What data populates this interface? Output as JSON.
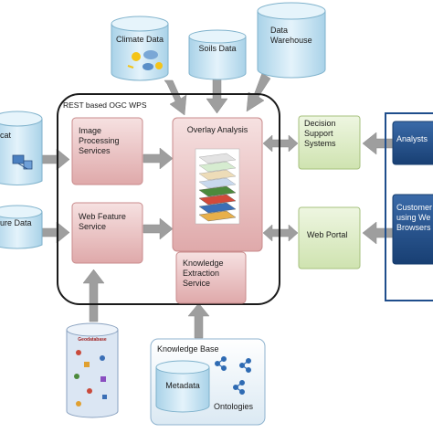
{
  "cylinders": {
    "climate": "Climate Data",
    "soils": "Soils Data",
    "warehouse": "Data\nWarehouse",
    "cat": "cat",
    "feature_data": "ure Data",
    "metadata": "Metadata"
  },
  "wps_label": "REST based OGC WPS",
  "boxes": {
    "image_processing": "Image\nProcessing\nServices",
    "web_feature": "Web Feature\nService",
    "overlay": "Overlay Analysis",
    "knowledge_extraction": "Knowledge\nExtraction\nService",
    "decision_support": "Decision\nSupport\nSystems",
    "web_portal": "Web Portal",
    "analysts": "Analysts",
    "customers": "Customer\nusing We\nBrowsers"
  },
  "knowledge_base": {
    "title": "Knowledge Base",
    "ontologies": "Ontologies"
  },
  "geodatabase_label": "Geodatabase",
  "colors": {
    "pink": "#ecc8c9",
    "pink_border": "#c98b8c",
    "green": "#dcecc5",
    "green_border": "#a6c07e",
    "cyl_blue": "#c9e4f2",
    "cyl_border": "#7fb2cc",
    "navy": "#1f4e8c",
    "arrow": "#9b9b9b"
  },
  "icons": [
    "sun-cloud-icon",
    "network-icon",
    "layer-stack-icon",
    "database-icon"
  ]
}
